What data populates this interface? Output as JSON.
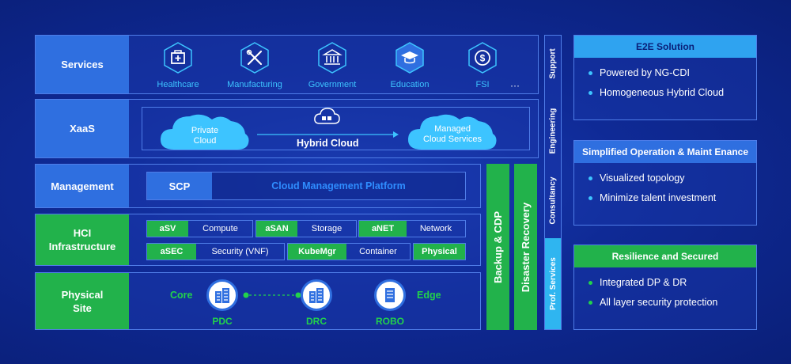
{
  "layers": {
    "services": {
      "label": "Services",
      "items": [
        {
          "name": "Healthcare",
          "icon": "first-aid-kit-icon"
        },
        {
          "name": "Manufacturing",
          "icon": "tools-icon"
        },
        {
          "name": "Government",
          "icon": "building-icon"
        },
        {
          "name": "Education",
          "icon": "graduation-cap-icon"
        },
        {
          "name": "FSI",
          "icon": "dollar-coin-icon"
        }
      ],
      "more": "···"
    },
    "xaas": {
      "label": "XaaS",
      "private_cloud": "Private\nCloud",
      "hybrid_cloud": "Hybrid Cloud",
      "managed_cloud": "Managed\nCloud Services"
    },
    "management": {
      "label": "Management",
      "scp": "SCP",
      "platform": "Cloud Management Platform"
    },
    "hci": {
      "label": "HCI\nInfrastructure",
      "modules": [
        {
          "key": "aSV",
          "value": "Compute"
        },
        {
          "key": "aSAN",
          "value": "Storage"
        },
        {
          "key": "aNET",
          "value": "Network"
        },
        {
          "key": "aSEC",
          "value": "Security (VNF)"
        },
        {
          "key": "KubeMgr",
          "value": "Container"
        },
        {
          "key": "Physical",
          "value": ""
        }
      ]
    },
    "physical": {
      "label": "Physical\nSite",
      "core": "Core",
      "edge": "Edge",
      "sites": [
        "PDC",
        "DRC",
        "ROBO"
      ]
    }
  },
  "vertical_bars": {
    "backup": "Backup & CDP",
    "disaster": "Disaster Recovery"
  },
  "strip": [
    "Support",
    "Engineering",
    "Consultancy",
    "Prof. Services"
  ],
  "panels": [
    {
      "title": "E2E Solution",
      "items": [
        "Powered by NG-CDI",
        "Homogeneous Hybrid Cloud"
      ]
    },
    {
      "title": "Simplified Operation & Maint Enance",
      "items": [
        "Visualized topology",
        "Minimize talent investment"
      ]
    },
    {
      "title": "Resilience and Secured",
      "items": [
        "Integrated DP & DR",
        "All layer security protection"
      ]
    }
  ],
  "colors": {
    "blue": "#2f6fe0",
    "green": "#22b24b",
    "cyan": "#3dc4ff",
    "background": "#0f2a96"
  }
}
